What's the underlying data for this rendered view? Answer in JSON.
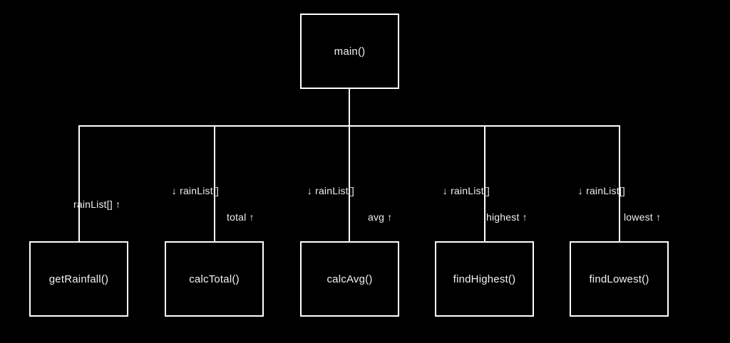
{
  "diagram": {
    "type": "structure-chart",
    "root": {
      "label": "main()"
    },
    "children": [
      {
        "label": "getRainfall()",
        "out_label": "rainList[] ↑"
      },
      {
        "label": "calcTotal()",
        "in_label": "↓ rainList[]",
        "out_label": "total ↑"
      },
      {
        "label": "calcAvg()",
        "in_label": "↓ rainList[]",
        "out_label": "avg ↑"
      },
      {
        "label": "findHighest()",
        "in_label": "↓ rainList[]",
        "out_label": "highest ↑"
      },
      {
        "label": "findLowest()",
        "in_label": "↓ rainList[]",
        "out_label": "lowest ↑"
      }
    ],
    "colors": {
      "background": "#000000",
      "line": "#ffffff",
      "text": "#f2f2f2"
    }
  }
}
